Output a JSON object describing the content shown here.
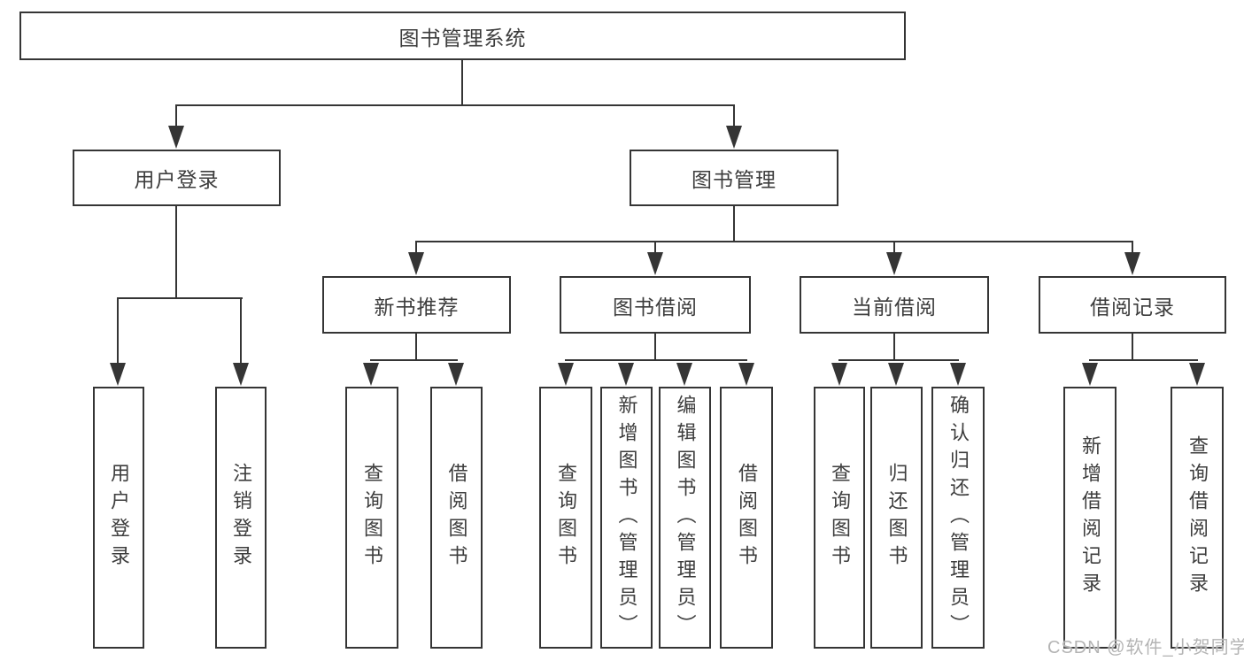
{
  "tree": {
    "root": {
      "label": "图书管理系统",
      "children": [
        {
          "label": "用户登录",
          "children": [
            {
              "label": "用户登录"
            },
            {
              "label": "注销登录"
            }
          ]
        },
        {
          "label": "图书管理",
          "children": [
            {
              "label": "新书推荐",
              "children": [
                {
                  "label": "查询图书"
                },
                {
                  "label": "借阅图书"
                }
              ]
            },
            {
              "label": "图书借阅",
              "children": [
                {
                  "label": "查询图书"
                },
                {
                  "label": "新增图书（管理员）"
                },
                {
                  "label": "编辑图书（管理员）"
                },
                {
                  "label": "借阅图书"
                }
              ]
            },
            {
              "label": "当前借阅",
              "children": [
                {
                  "label": "查询图书"
                },
                {
                  "label": "归还图书"
                },
                {
                  "label": "确认归还（管理员）"
                }
              ]
            },
            {
              "label": "借阅记录",
              "children": [
                {
                  "label": "新增借阅记录"
                },
                {
                  "label": "查询借阅记录"
                }
              ]
            }
          ]
        }
      ]
    }
  },
  "watermark": "CSDN @软件_小贺同学",
  "colors": {
    "line": "#353535",
    "text": "#3d3d3d",
    "background": "#ffffff",
    "watermark": "#b4b4b4"
  }
}
